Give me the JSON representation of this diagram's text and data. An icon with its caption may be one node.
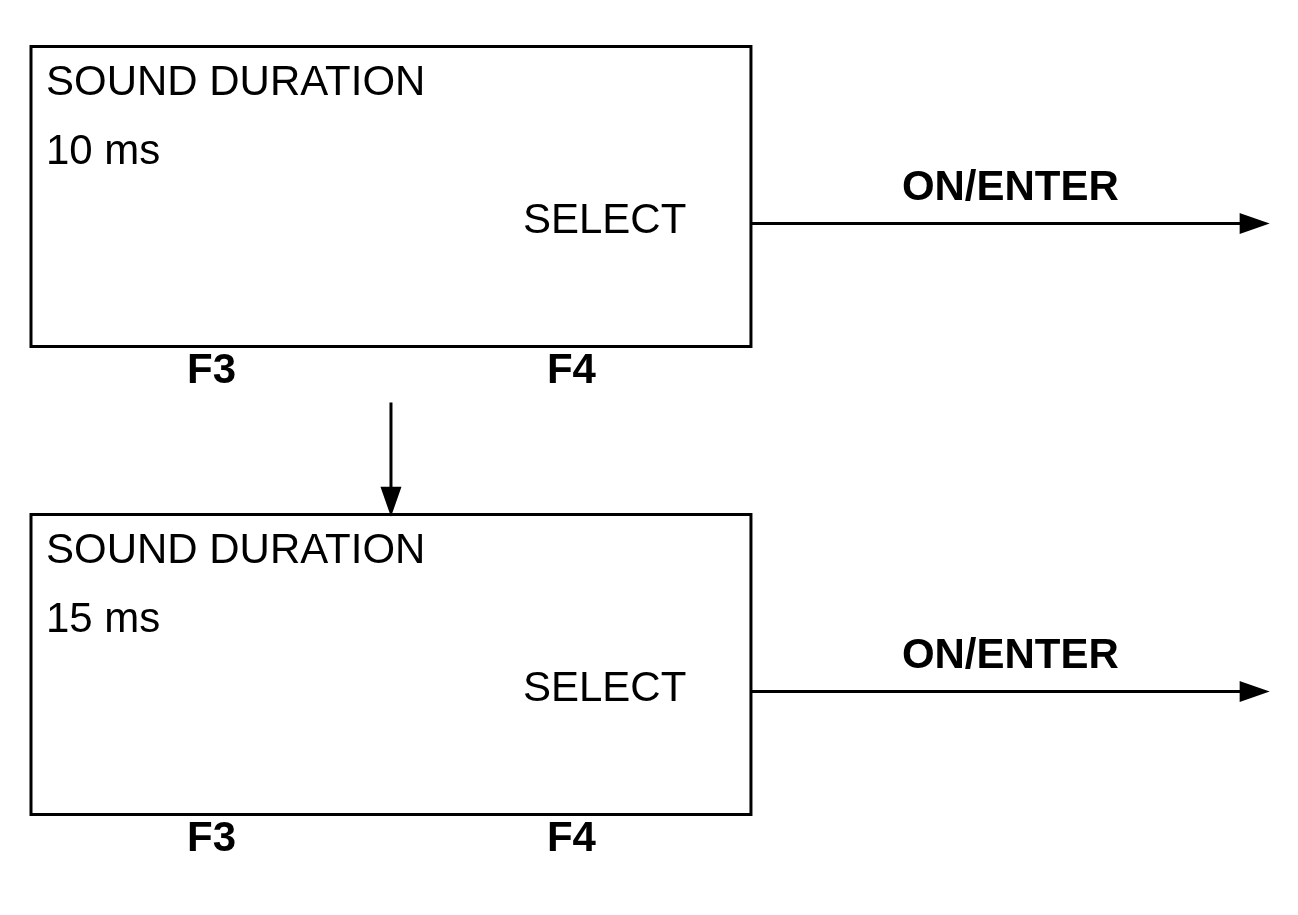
{
  "diagram": {
    "nodes": [
      {
        "text": [
          "SOUND DURATION",
          "10 ms",
          "SELECT"
        ],
        "beside": [
          "F3",
          "F4"
        ]
      },
      {
        "text": [
          "SOUND DURATION",
          "15 ms",
          "SELECT"
        ],
        "beside": [
          "F3",
          "F4"
        ]
      }
    ],
    "edges": [
      {
        "from": 0,
        "to": 1,
        "arrow": "to"
      },
      {
        "from": 0,
        "to": null,
        "arrow": "to",
        "label": "ON/ENTER"
      },
      {
        "from": 1,
        "to": null,
        "arrow": "to",
        "label": "ON/ENTER"
      }
    ]
  }
}
